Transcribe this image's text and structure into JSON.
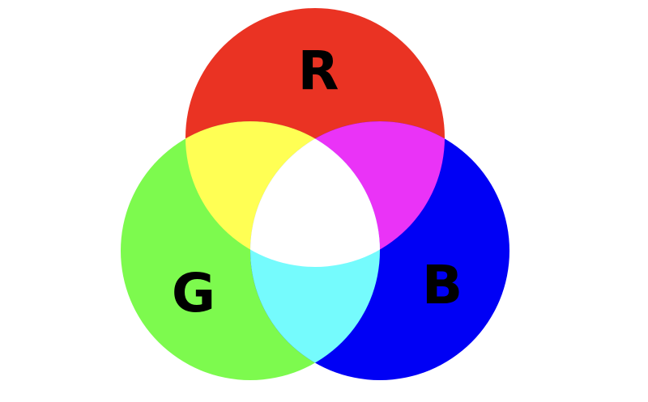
{
  "diagram": {
    "circles": [
      {
        "id": "red",
        "label": "R",
        "color": "#ea3323"
      },
      {
        "id": "green",
        "label": "G",
        "color": "#7dfa4e"
      },
      {
        "id": "blue",
        "label": "B",
        "color": "#0000f5"
      }
    ],
    "overlaps": {
      "red_green": "#ffff54",
      "red_blue": "#ea33f7",
      "green_blue": "#75fbfd",
      "all": "#ffffff"
    },
    "label_color": "#000000",
    "background": "#ffffff"
  }
}
